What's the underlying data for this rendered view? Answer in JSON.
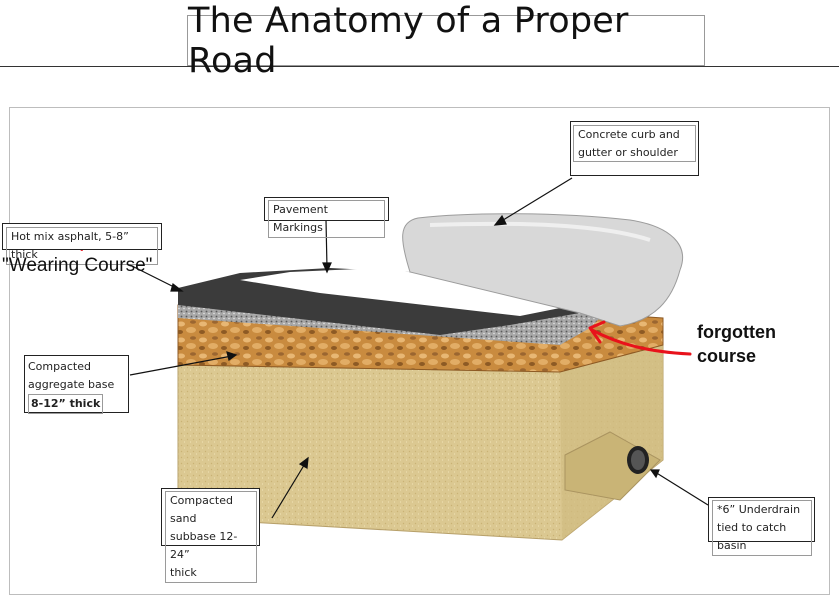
{
  "title": "The Anatomy of a Proper Road",
  "labels": {
    "curb": [
      "Concrete curb and",
      "gutter or shoulder"
    ],
    "markings": "Pavement Markings",
    "hot_mix": "Hot mix asphalt, 5-8” thick",
    "wearing": "\"Wearing Course\"",
    "aggregate": [
      "Compacted",
      "aggregate base",
      "8-12” thick"
    ],
    "forgotten": [
      "forgotten",
      "course"
    ],
    "sand": [
      "Compacted sand",
      "subbase 12-24”",
      "thick"
    ],
    "underdrain": [
      "*6” Underdrain",
      "tied to catch basin"
    ]
  },
  "colors": {
    "asphalt": "#3b3b3b",
    "marking": "#ffffff",
    "binder": "#9c9c9c",
    "aggregate": "#c98b3f",
    "sand": "#d9c58e",
    "curb": "#d8d8d8",
    "annotation_red": "#e8121b"
  }
}
